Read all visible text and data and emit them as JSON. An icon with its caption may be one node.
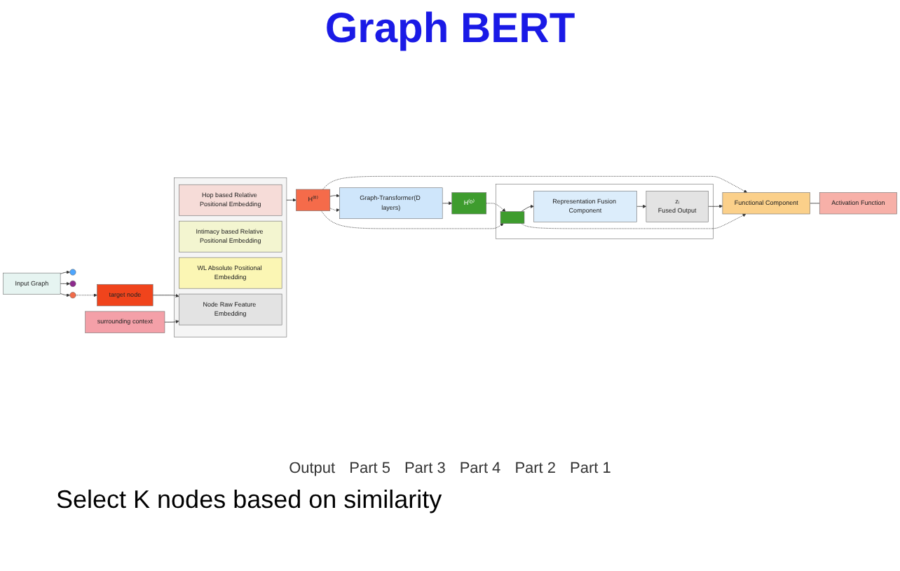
{
  "diagram": {
    "title": "Graph BERT",
    "caption": "Select K nodes based on similarity",
    "nodes": [
      {
        "text": [
          "Input Graph"
        ]
      },
      {
        "text": [],
        "shape": "circle"
      },
      {
        "text": [],
        "shape": "circle"
      },
      {
        "text": [],
        "shape": "circle"
      },
      {
        "text": [],
        "shape": "box"
      },
      {
        "text": [
          "Hop based Relative Positional Embedding"
        ],
        "in": 4
      },
      {
        "text": [
          "Intimacy based Relative Positional Embedding"
        ],
        "in": 4
      },
      {
        "text": [
          "WL Absolute Positional Embedding"
        ],
        "in": 4
      },
      {
        "text": [
          "Node Raw Feature Embedding"
        ],
        "in": 4
      },
      {
        "text": [
          "target node"
        ]
      },
      {
        "text": [
          "surrounding context"
        ]
      },
      {
        "text": [
          "H⁽⁰⁾"
        ]
      },
      {
        "text": [
          "Graph-Transformer(D layers)"
        ]
      },
      {
        "text": [
          "H⁽ᴰ⁾"
        ]
      },
      {
        "text": [],
        "shape": "box"
      },
      {
        "text": [],
        "shape": "box",
        "in": 14
      },
      {
        "text": [
          "Representation Fusion Component"
        ],
        "in": 14
      },
      {
        "text": [
          "zᵢ",
          "Fused Output"
        ],
        "in": 14
      },
      {
        "text": [
          "Functional Component"
        ]
      },
      {
        "text": [
          "Activation Function"
        ]
      }
    ],
    "edges": [
      {
        "from": 0,
        "to": 1,
        "arrow": "to"
      },
      {
        "from": 0,
        "to": 2,
        "arrow": "to"
      },
      {
        "from": 0,
        "to": 3,
        "arrow": "to"
      },
      {
        "from": 3,
        "to": 9,
        "arrow": "to",
        "style": "dashed"
      },
      {
        "from": 9,
        "to": 8,
        "arrow": "to"
      },
      {
        "from": 10,
        "to": 8,
        "arrow": "to"
      },
      {
        "from": 4,
        "to": 11,
        "arrow": "to"
      },
      {
        "from": 11,
        "to": 12,
        "arrow": "to"
      },
      {
        "from": 12,
        "to": 13,
        "arrow": "to"
      },
      {
        "from": 11,
        "to": 12,
        "arrow": "to",
        "style": "dashed"
      },
      {
        "from": 13,
        "to": 15,
        "arrow": "to",
        "style": "dashed"
      },
      {
        "from": 11,
        "to": 15,
        "arrow": "to",
        "style": "dashed"
      },
      {
        "from": 11,
        "to": 18,
        "arrow": "to",
        "style": "dashed"
      },
      {
        "from": 15,
        "to": 16,
        "arrow": "to"
      },
      {
        "from": 16,
        "to": 17,
        "arrow": "to"
      },
      {
        "from": 17,
        "to": 18,
        "arrow": "to"
      },
      {
        "from": 15,
        "to": 18,
        "arrow": "to",
        "style": "dashed"
      },
      {
        "from": 18,
        "to": 19,
        "arrow": "none"
      }
    ],
    "labels": [
      "Output",
      "Part 5",
      "Part 3",
      "Part 4",
      "Part 2",
      "Part 1"
    ]
  }
}
